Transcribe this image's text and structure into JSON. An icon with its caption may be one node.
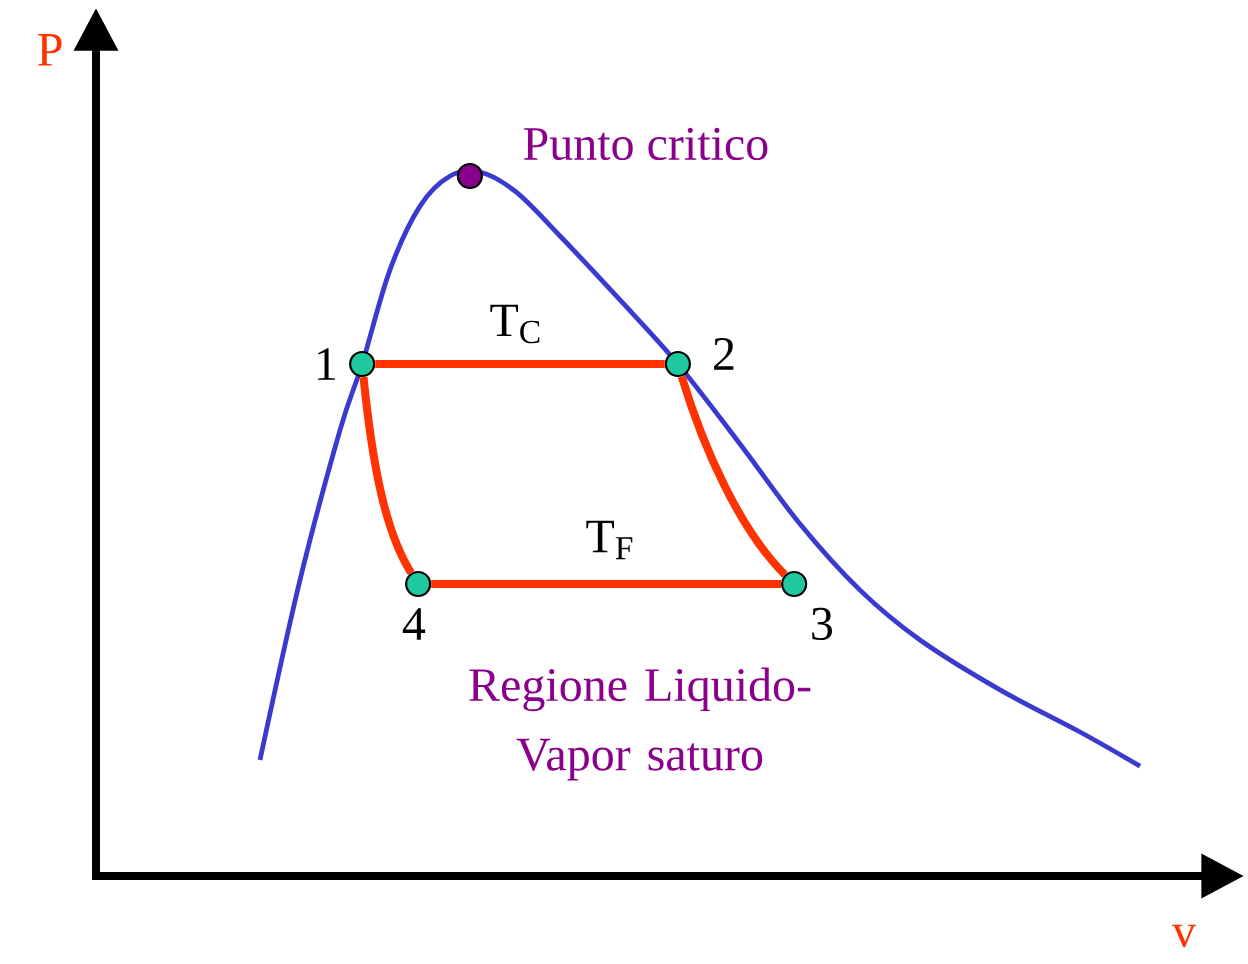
{
  "diagram": {
    "nodes": [
      {
        "text": [],
        "shape": "circle",
        "beside": [
          "1"
        ]
      },
      {
        "text": [],
        "shape": "circle",
        "beside": [
          "2"
        ]
      },
      {
        "text": [],
        "shape": "circle",
        "beside": [
          "3"
        ]
      },
      {
        "text": [],
        "shape": "circle",
        "beside": [
          "4"
        ]
      },
      {
        "text": [],
        "shape": "circle",
        "beside": [
          "Punto critico"
        ]
      }
    ],
    "edges": [
      {
        "from": 0,
        "to": 1,
        "arrow": "none",
        "label": "T$_{C}$"
      },
      {
        "from": 1,
        "to": 2,
        "arrow": "none"
      },
      {
        "from": 2,
        "to": 3,
        "arrow": "none",
        "label": "T$_{F}$"
      },
      {
        "from": 3,
        "to": 0,
        "arrow": "none"
      }
    ],
    "labels": [
      "P",
      "v",
      "Regione Liquido-Vapor saturo"
    ]
  }
}
